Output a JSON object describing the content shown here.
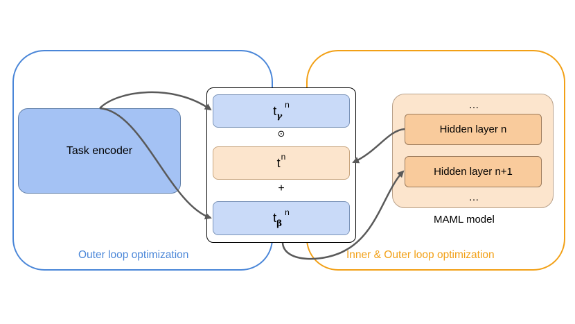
{
  "regions": {
    "outer_loop_label": "Outer loop optimization",
    "inner_outer_loop_label": "Inner & Outer loop optimization"
  },
  "task_encoder": {
    "label": "Task encoder"
  },
  "film": {
    "gamma": {
      "base": "t",
      "sub": "𝜸",
      "sup": "n"
    },
    "t": {
      "base": "t",
      "sup": "n"
    },
    "beta": {
      "base": "t",
      "sub": "β",
      "sup": "n"
    },
    "multiply_symbol": "⊙",
    "plus_symbol": "+"
  },
  "maml": {
    "label": "MAML model",
    "ellipsis_top": "…",
    "ellipsis_bottom": "…",
    "layers": [
      "Hidden layer n",
      "Hidden layer n+1"
    ]
  },
  "colors": {
    "outer_blue": "#4a86d8",
    "outer_orange": "#f2a016",
    "encoder_fill": "#a4c2f4",
    "film_blue": "#c9daf8",
    "film_peach": "#fce5cd",
    "layer_fill": "#f9cb9c",
    "arrow": "#595959"
  }
}
